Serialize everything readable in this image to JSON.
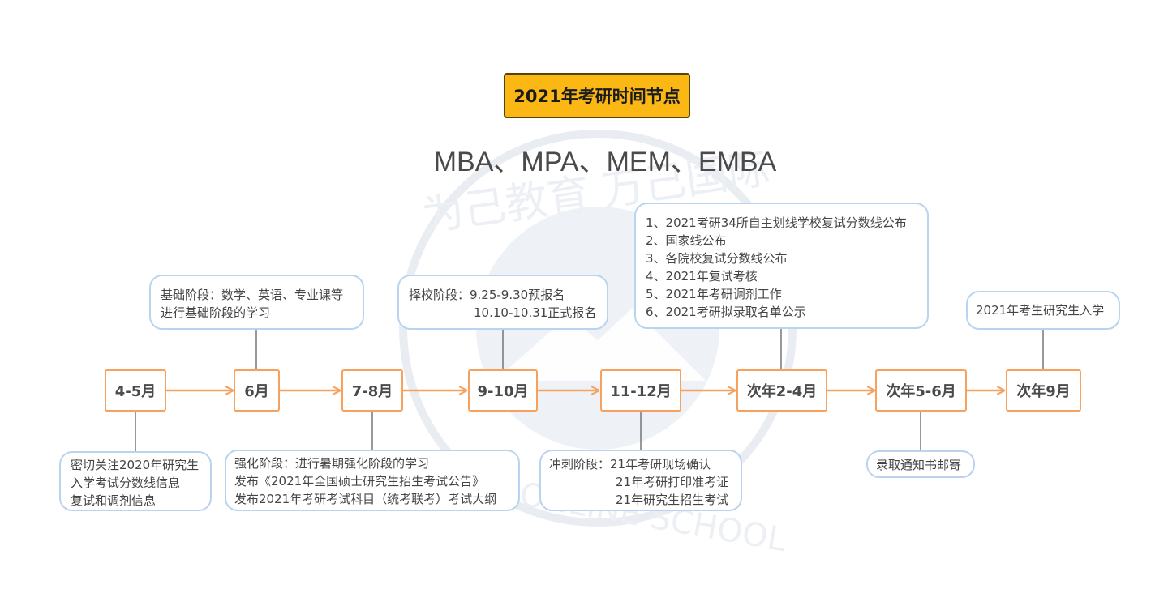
{
  "title": "2021年考研时间节点",
  "subtitle": "MBA、MPA、MEM、EMBA",
  "watermark": {
    "top_text": "为己教育  万己国际",
    "bottom_text": "FYING  ONLINE  SCHOOL"
  },
  "colors": {
    "title_fill": "#fbb714",
    "node_border": "#f6a15e",
    "arrow": "#f6a15e",
    "note_border": "#b8d4ee"
  },
  "timeline": [
    {
      "label": "4-5月"
    },
    {
      "label": "6月"
    },
    {
      "label": "7-8月"
    },
    {
      "label": "9-10月"
    },
    {
      "label": "11-12月"
    },
    {
      "label": "次年2-4月"
    },
    {
      "label": "次年5-6月"
    },
    {
      "label": "次年9月"
    }
  ],
  "notes": {
    "n45": [
      "密切关注2020年研究生",
      "入学考试分数线信息",
      "复试和调剂信息"
    ],
    "n6": [
      "基础阶段：数学、英语、专业课等",
      "进行基础阶段的学习"
    ],
    "n78": [
      "强化阶段：进行暑期强化阶段的学习",
      "发布《2021年全国硕士研究生招生考试公告》",
      "发布2021年考研考试科目（统考联考）考试大纲"
    ],
    "n910": [
      "择校阶段：9.25-9.30预报名",
      "10.10-10.31正式报名"
    ],
    "n1112": [
      "冲刺阶段：21年考研现场确认",
      "21年考研打印准考证",
      "21年研究生招生考试"
    ],
    "n24": [
      "1、2021考研34所自主划线学校复试分数线公布",
      "2、国家线公布",
      "3、各院校复试分数线公布",
      "4、2021年复试考核",
      "5、2021年考研调剂工作",
      "6、2021考研拟录取名单公示"
    ],
    "n56": [
      "录取通知书邮寄"
    ],
    "n9": [
      "2021年考生研究生入学"
    ]
  }
}
